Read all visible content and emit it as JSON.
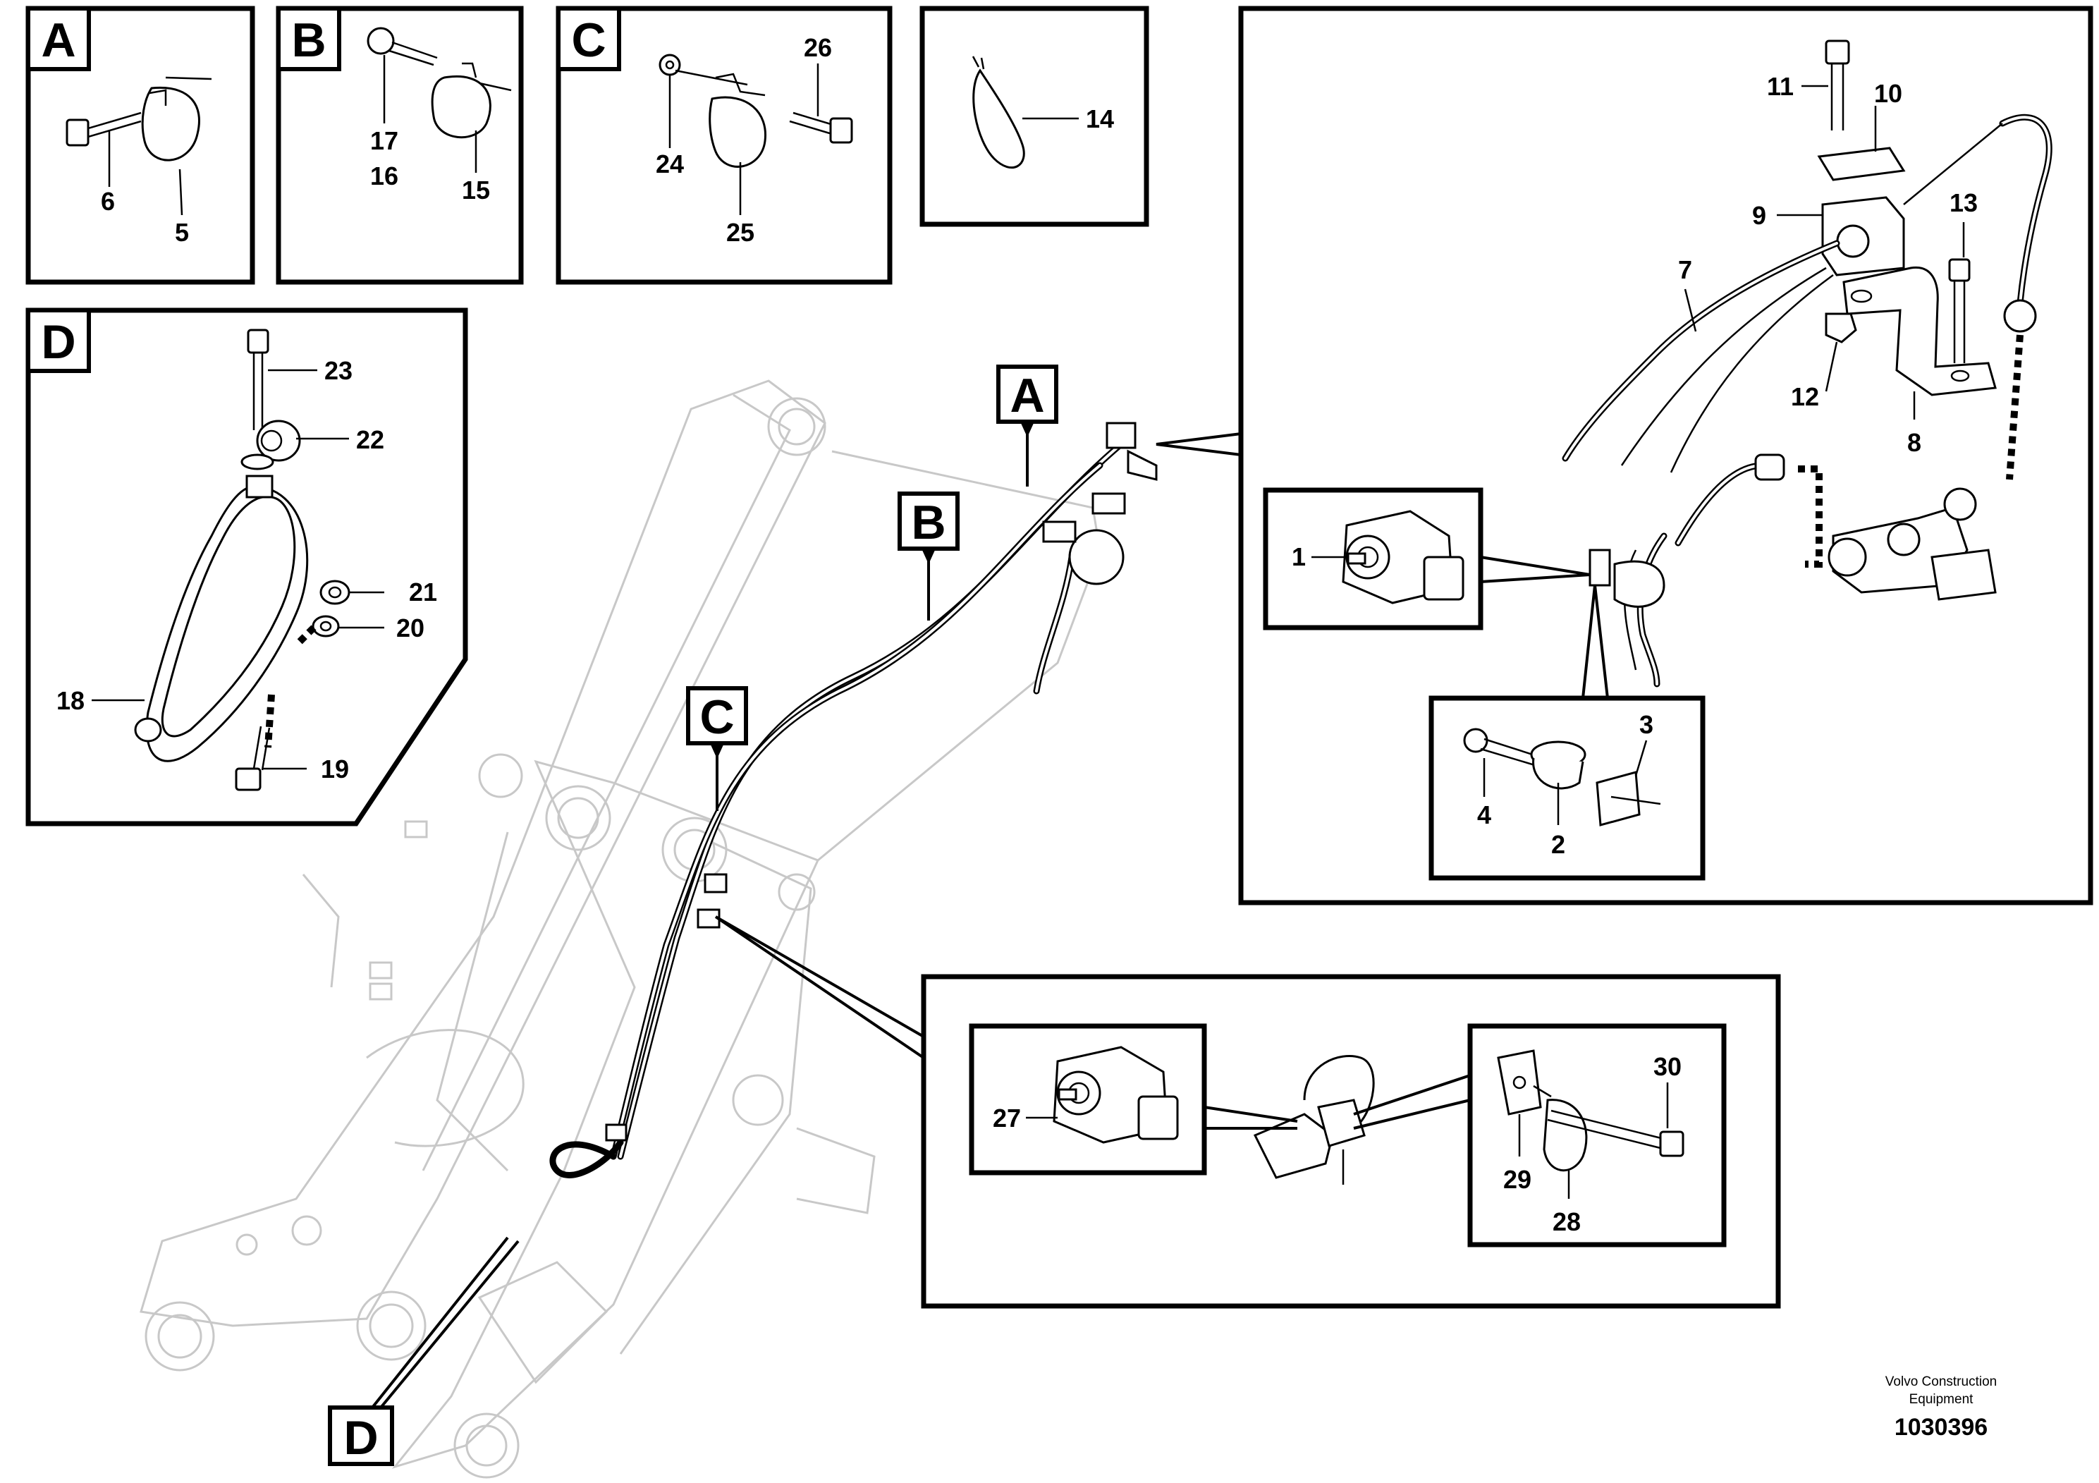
{
  "callouts": {
    "A": "A",
    "B": "B",
    "C": "C",
    "D": "D"
  },
  "parts": {
    "p1": "1",
    "p2": "2",
    "p3": "3",
    "p4": "4",
    "p5": "5",
    "p6": "6",
    "p7": "7",
    "p8": "8",
    "p9": "9",
    "p10": "10",
    "p11": "11",
    "p12": "12",
    "p13": "13",
    "p14": "14",
    "p15": "15",
    "p16": "16",
    "p17": "17",
    "p18": "18",
    "p19": "19",
    "p20": "20",
    "p21": "21",
    "p22": "22",
    "p23": "23",
    "p24": "24",
    "p25": "25",
    "p26": "26",
    "p27": "27",
    "p28": "28",
    "p29": "29",
    "p30": "30"
  },
  "footer": {
    "brand_line1": "Volvo Construction",
    "brand_line2": "Equipment",
    "drawing_number": "1030396"
  }
}
